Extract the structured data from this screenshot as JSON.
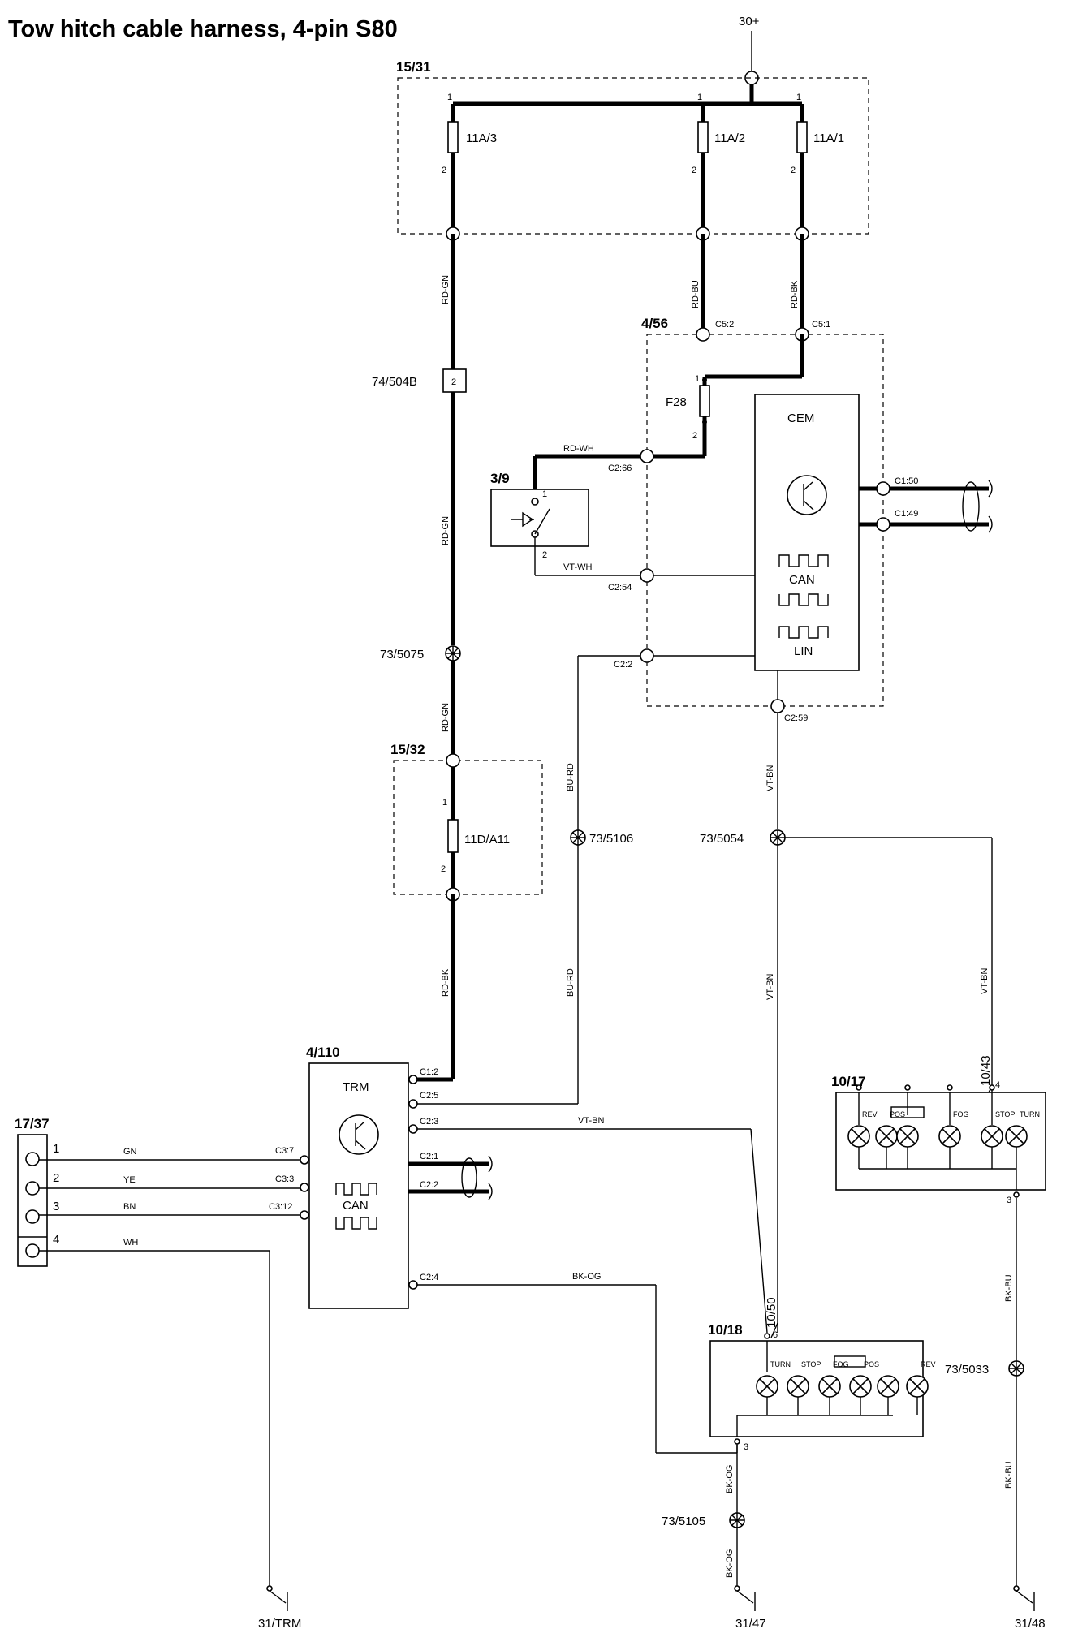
{
  "title": "Tow hitch cable harness, 4-pin S80",
  "supply": "30+",
  "components": {
    "fusebox_main": "15/31",
    "fuse_11a3": "11A/3",
    "fuse_11a2": "11A/2",
    "fuse_11a1": "11A/1",
    "cem_module": "4/56",
    "cem_label": "CEM",
    "fuse_f28": "F28",
    "switch": "3/9",
    "connector_74": "74/504B",
    "connector_74_pin": "2",
    "splice_5075": "73/5075",
    "fusebox_aux": "15/32",
    "fuse_11d": "11D/A11",
    "splice_5106": "73/5106",
    "splice_5054": "73/5054",
    "trm_module": "4/110",
    "trm_label": "TRM",
    "socket": "17/37",
    "lamp_right": "10/17",
    "lamp_left": "10/18",
    "conn_1043": "10/43",
    "conn_1050": "10/50",
    "splice_5033": "73/5033",
    "splice_5105": "73/5105",
    "can": "CAN",
    "lin": "LIN"
  },
  "pins": {
    "p1": "1",
    "p2": "2",
    "p3": "3",
    "p4": "4",
    "p6": "6"
  },
  "wires": {
    "rd_gn": "RD-GN",
    "rd_bu": "RD-BU",
    "rd_bk": "RD-BK",
    "rd_wh": "RD-WH",
    "vt_wh": "VT-WH",
    "bu_rd": "BU-RD",
    "vt_bn": "VT-BN",
    "bk_og": "BK-OG",
    "bk_bu": "BK-BU",
    "gn": "GN",
    "ye": "YE",
    "bn": "BN",
    "wh": "WH"
  },
  "cem_connectors": {
    "c5_2": "C5:2",
    "c5_1": "C5:1",
    "c2_66": "C2:66",
    "c2_54": "C2:54",
    "c2_2": "C2:2",
    "c2_59": "C2:59",
    "c1_50": "C1:50",
    "c1_49": "C1:49"
  },
  "trm_connectors": {
    "c1_2": "C1:2",
    "c2_5": "C2:5",
    "c2_3": "C2:3",
    "c2_1": "C2:1",
    "c2_2": "C2:2",
    "c2_4": "C2:4",
    "c3_7": "C3:7",
    "c3_3": "C3:3",
    "c3_12": "C3:12"
  },
  "lamps": {
    "right": [
      "REV",
      "POS",
      "",
      "FOG",
      "STOP",
      "TURN"
    ],
    "left": [
      "TURN",
      "STOP",
      "FOG",
      "POS",
      "",
      "REV"
    ]
  },
  "grounds": {
    "trm": "31/TRM",
    "g47": "31/47",
    "g48": "31/48"
  }
}
